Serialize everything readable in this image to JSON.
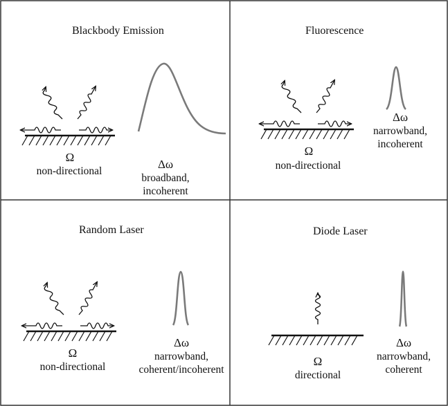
{
  "panels": [
    {
      "title": "Blackbody Emission",
      "omega_symbol": "Ω",
      "omega_desc": "non-directional",
      "delta_symbol": "Δω",
      "delta_desc_line1": "broadband,",
      "delta_desc_line2": "incoherent"
    },
    {
      "title": "Fluorescence",
      "omega_symbol": "Ω",
      "omega_desc": "non-directional",
      "delta_symbol": "Δω",
      "delta_desc_line1": "narrowband,",
      "delta_desc_line2": "incoherent"
    },
    {
      "title": "Random Laser",
      "omega_symbol": "Ω",
      "omega_desc": "non-directional",
      "delta_symbol": "Δω",
      "delta_desc_line1": "narrowband,",
      "delta_desc_line2": "coherent/incoherent"
    },
    {
      "title": "Diode Laser",
      "omega_symbol": "Ω",
      "omega_desc": "directional",
      "delta_symbol": "Δω",
      "delta_desc_line1": "narrowband,",
      "delta_desc_line2": "coherent"
    }
  ],
  "colors": {
    "frame": "#333333",
    "curve": "#7a7a7a",
    "ink": "#111111"
  }
}
